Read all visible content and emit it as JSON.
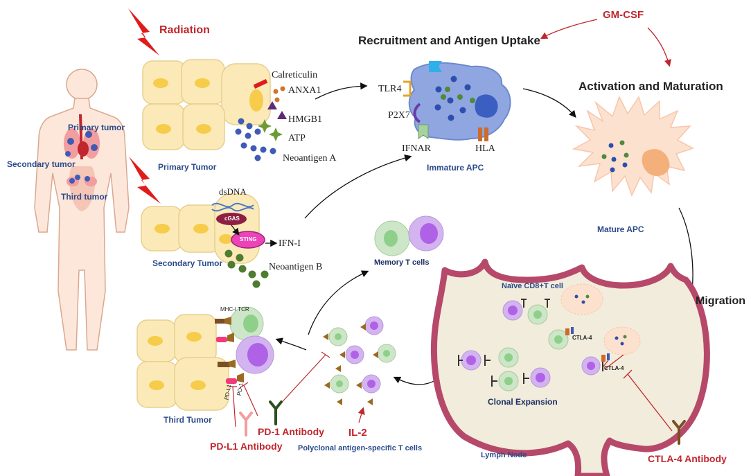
{
  "titles": {
    "radiation": "Radiation",
    "recruitment": "Recruitment and Antigen Uptake",
    "gm_csf": "GM-CSF",
    "activation": "Activation and Maturation",
    "migration": "Migration"
  },
  "body_labels": {
    "primary": "Primary tumor",
    "secondary": "Secondary tumor",
    "third": "Third tumor"
  },
  "primary_tumor": {
    "caption": "Primary Tumor",
    "molecules": [
      "Calreticulin",
      "ANXA1",
      "HMGB1",
      "ATP",
      "Neoantigen A"
    ]
  },
  "secondary_tumor": {
    "caption": "Secondary Tumor",
    "dsdna": "dsDNA",
    "cgas": "cGAS",
    "sting": "STING",
    "ifn": "IFN-I",
    "neoantigen": "Neoantigen B"
  },
  "apc": {
    "immature_caption": "Immature APC",
    "receptors": [
      "TLR4",
      "P2X7",
      "IFNAR",
      "HLA"
    ],
    "mature_caption": "Mature APC"
  },
  "memory": "Memory T cells",
  "third_tumor": {
    "caption": "Third Tumor",
    "mhc_tcr": "MHC-I TCR",
    "pdl1": "PD-L1",
    "pd1": "PD-1"
  },
  "antibodies": {
    "pd1": "PD-1 Antibody",
    "pdl1": "PD-L1 Antibody",
    "ctla4": "CTLA-4 Antibody"
  },
  "il2": "IL-2",
  "polyclonal": "Polyclonal antigen-specific T cells",
  "lymph": {
    "naive": "Naïve CD8+T cell",
    "ctla4_a": "CTLA-4",
    "ctla4_b": "CTLA-4",
    "clonal": "Clonal Expansion",
    "node": "Lymph Node"
  },
  "colors": {
    "red": "#c0262d",
    "cell": "#fbeab8",
    "nucleus": "#f6cc4a",
    "apc_blue": "#8fa6e0",
    "lymph_fill": "#f1ecdb",
    "lymph_wall": "#b6496a",
    "tcell_green": "#cde6c8",
    "tcell_purple": "#b97ae0"
  }
}
